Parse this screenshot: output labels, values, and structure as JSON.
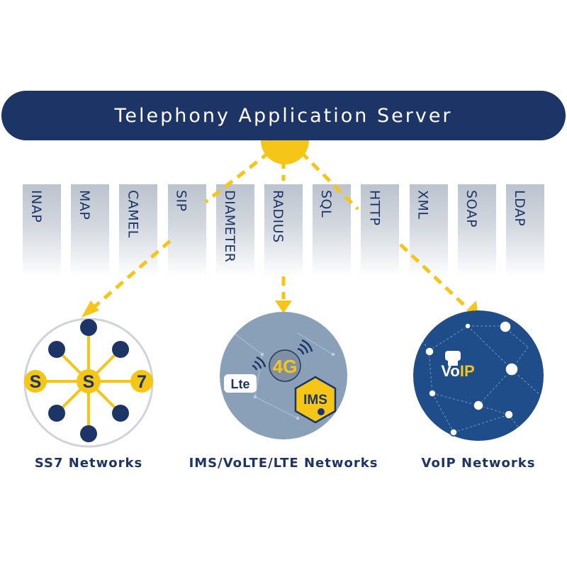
{
  "server": {
    "title": "Telephony Application Server"
  },
  "protocols": [
    "INAP",
    "MAP",
    "CAMEL",
    "SIP",
    "DIAMETER",
    "RADIUS",
    "SQL",
    "HTTP",
    "XML",
    "SOAP",
    "LDAP"
  ],
  "networks": {
    "ss7": {
      "caption": "SS7 Networks",
      "left_letter": "S",
      "center_letter": "S",
      "right_letter": "7"
    },
    "ims": {
      "caption": "IMS/VoLTE/LTE Networks",
      "lte_label": "Lte",
      "g4_label": "4G",
      "ims_label": "IMS"
    },
    "voip": {
      "caption": "VoIP Networks",
      "logo_text_a": "Vo",
      "logo_text_b": "IP"
    }
  },
  "colors": {
    "navy": "#1d3466",
    "gold": "#f5c518",
    "ims_circle": "#8a9fb8",
    "voip_circle": "#1f4d8a"
  },
  "icons": [
    "sun-hub-icon",
    "lte-icon",
    "4g-icon",
    "ims-icon",
    "voip-phone-icon"
  ]
}
